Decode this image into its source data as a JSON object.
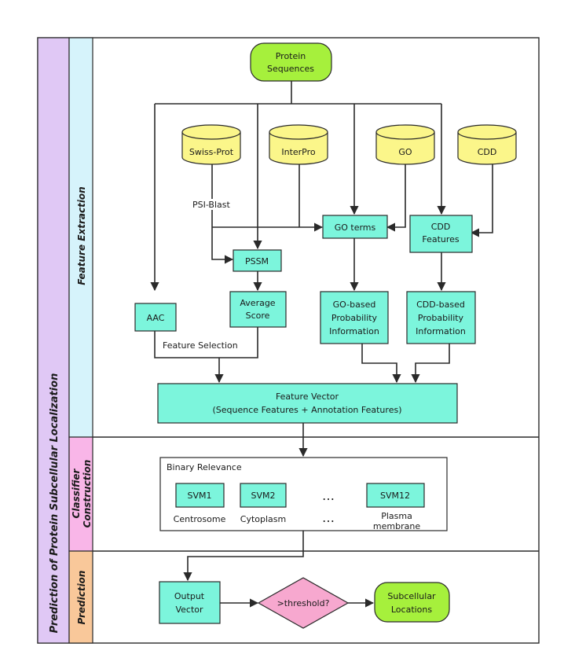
{
  "title": "Prediction of Protein Subcellular Localization",
  "lanes": {
    "feature_extraction": "Feature Extraction",
    "classifier_construction": [
      "Classifier",
      "Construction"
    ],
    "prediction": "Prediction"
  },
  "nodes": {
    "protein_sequences": [
      "Protein",
      "Sequences"
    ],
    "swiss_prot": "Swiss-Prot",
    "interpro": "InterPro",
    "go": "GO",
    "cdd": "CDD",
    "go_terms": "GO terms",
    "cdd_features": [
      "CDD",
      "Features"
    ],
    "pssm": "PSSM",
    "aac": "AAC",
    "average_score": [
      "Average",
      "Score"
    ],
    "go_prob": [
      "GO-based",
      "Probability",
      "Information"
    ],
    "cdd_prob": [
      "CDD-based",
      "Probability",
      "Information"
    ],
    "feature_vector": [
      "Feature Vector",
      "(Sequence Features + Annotation Features)"
    ],
    "binary_relevance": "Binary Relevance",
    "svms": [
      {
        "name": "SVM1",
        "label": [
          "Centrosome"
        ]
      },
      {
        "name": "SVM2",
        "label": [
          "Cytoplasm"
        ]
      },
      {
        "name": "SVM12",
        "label": [
          "Plasma",
          "membrane"
        ]
      }
    ],
    "ellipsis": "…",
    "output_vector": [
      "Output",
      "Vector"
    ],
    "threshold": ">threshold?",
    "subcellular_locations": [
      "Subcellular",
      "Locations"
    ]
  },
  "edge_labels": {
    "psi_blast": "PSI-Blast",
    "feature_selection": "Feature Selection"
  },
  "colors": {
    "main_lane": "#e0c8f5",
    "feature_lane": "#d6f3fb",
    "classifier_lane": "#f9b6e8",
    "prediction_lane": "#f9c89a",
    "process_box": "#7cf5dc",
    "database": "#fbf68a",
    "terminal": "#a6f03c",
    "decision": "#f7a8cf"
  }
}
